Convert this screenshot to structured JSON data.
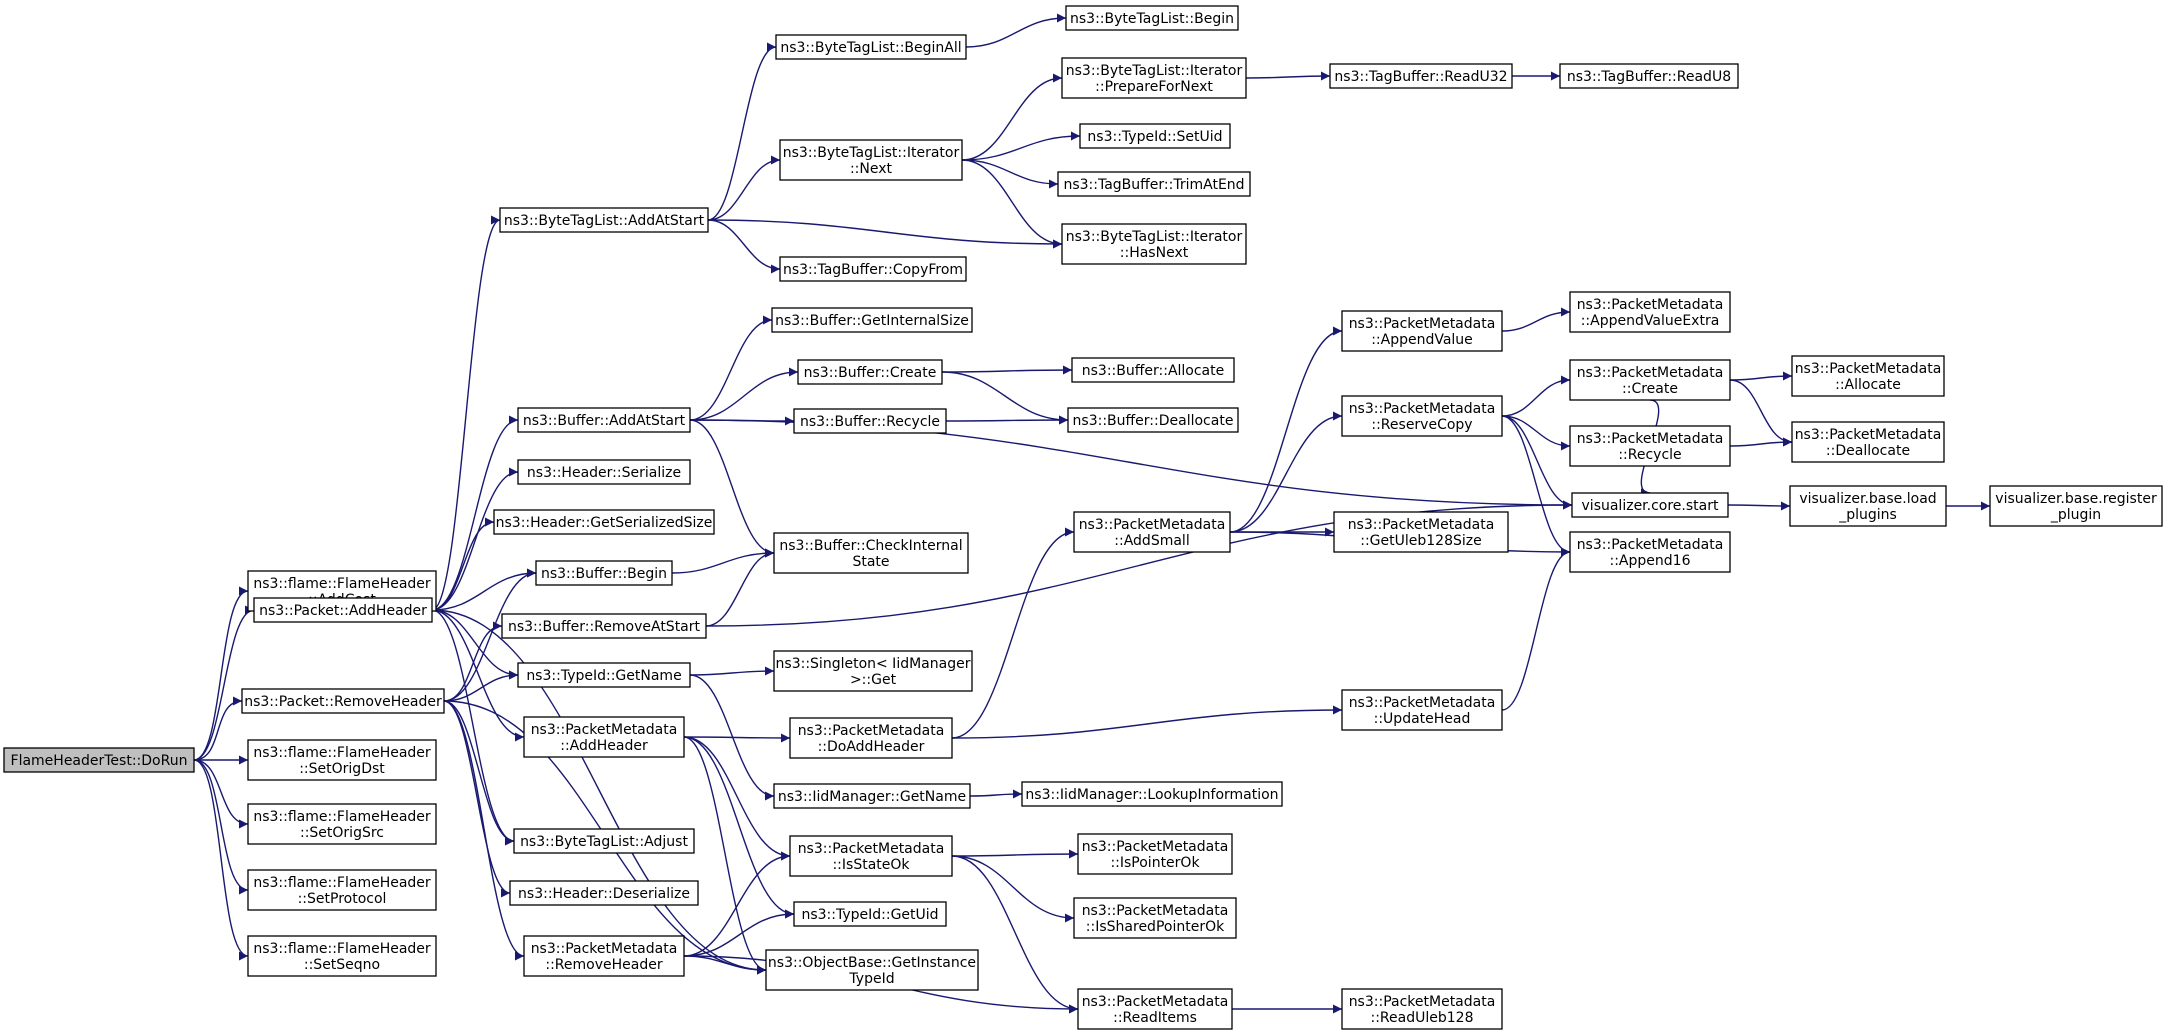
{
  "nodes": [
    {
      "id": "root",
      "lines": [
        "FlameHeaderTest::DoRun"
      ],
      "root": true
    },
    {
      "id": "n_addcost",
      "lines": [
        "ns3::flame::FlameHeader",
        "::AddCost"
      ]
    },
    {
      "id": "n_pkt_addheader",
      "lines": [
        "ns3::Packet::AddHeader"
      ]
    },
    {
      "id": "n_pkt_removeheader",
      "lines": [
        "ns3::Packet::RemoveHeader"
      ]
    },
    {
      "id": "n_setorigdst",
      "lines": [
        "ns3::flame::FlameHeader",
        "::SetOrigDst"
      ]
    },
    {
      "id": "n_setorigsrc",
      "lines": [
        "ns3::flame::FlameHeader",
        "::SetOrigSrc"
      ]
    },
    {
      "id": "n_setprotocol",
      "lines": [
        "ns3::flame::FlameHeader",
        "::SetProtocol"
      ]
    },
    {
      "id": "n_setseqno",
      "lines": [
        "ns3::flame::FlameHeader",
        "::SetSeqno"
      ]
    },
    {
      "id": "n_btl_addatstart",
      "lines": [
        "ns3::ByteTagList::AddAtStart"
      ]
    },
    {
      "id": "n_buf_addatstart",
      "lines": [
        "ns3::Buffer::AddAtStart"
      ]
    },
    {
      "id": "n_hdr_serialize",
      "lines": [
        "ns3::Header::Serialize"
      ]
    },
    {
      "id": "n_hdr_getserializedsize",
      "lines": [
        "ns3::Header::GetSerializedSize"
      ]
    },
    {
      "id": "n_buf_begin",
      "lines": [
        "ns3::Buffer::Begin"
      ]
    },
    {
      "id": "n_buf_removeatstart",
      "lines": [
        "ns3::Buffer::RemoveAtStart"
      ]
    },
    {
      "id": "n_typeid_getname",
      "lines": [
        "ns3::TypeId::GetName"
      ]
    },
    {
      "id": "n_pm_addheader",
      "lines": [
        "ns3::PacketMetadata",
        "::AddHeader"
      ]
    },
    {
      "id": "n_btl_adjust",
      "lines": [
        "ns3::ByteTagList::Adjust"
      ]
    },
    {
      "id": "n_hdr_deserialize",
      "lines": [
        "ns3::Header::Deserialize"
      ]
    },
    {
      "id": "n_pm_removeheader",
      "lines": [
        "ns3::PacketMetadata",
        "::RemoveHeader"
      ]
    },
    {
      "id": "n_btl_beginall",
      "lines": [
        "ns3::ByteTagList::BeginAll"
      ]
    },
    {
      "id": "n_btl_iter_next",
      "lines": [
        "ns3::ByteTagList::Iterator",
        "::Next"
      ]
    },
    {
      "id": "n_tb_copyfrom",
      "lines": [
        "ns3::TagBuffer::CopyFrom"
      ]
    },
    {
      "id": "n_buf_getinternalsize",
      "lines": [
        "ns3::Buffer::GetInternalSize"
      ]
    },
    {
      "id": "n_buf_create",
      "lines": [
        "ns3::Buffer::Create"
      ]
    },
    {
      "id": "n_buf_recycle",
      "lines": [
        "ns3::Buffer::Recycle"
      ]
    },
    {
      "id": "n_buf_checkinternalstate",
      "lines": [
        "ns3::Buffer::CheckInternal",
        "State"
      ]
    },
    {
      "id": "n_singleton_get",
      "lines": [
        "ns3::Singleton< IidManager",
        ">::Get"
      ]
    },
    {
      "id": "n_pm_doaddheader",
      "lines": [
        "ns3::PacketMetadata",
        "::DoAddHeader"
      ]
    },
    {
      "id": "n_iid_getname",
      "lines": [
        "ns3::IidManager::GetName"
      ]
    },
    {
      "id": "n_pm_isstateok",
      "lines": [
        "ns3::PacketMetadata",
        "::IsStateOk"
      ]
    },
    {
      "id": "n_typeid_getuid",
      "lines": [
        "ns3::TypeId::GetUid"
      ]
    },
    {
      "id": "n_ob_getinstancetypeid",
      "lines": [
        "ns3::ObjectBase::GetInstance",
        "TypeId"
      ]
    },
    {
      "id": "n_btl_begin",
      "lines": [
        "ns3::ByteTagList::Begin"
      ]
    },
    {
      "id": "n_btl_iter_preparefornext",
      "lines": [
        "ns3::ByteTagList::Iterator",
        "::PrepareForNext"
      ]
    },
    {
      "id": "n_typeid_setuid",
      "lines": [
        "ns3::TypeId::SetUid"
      ]
    },
    {
      "id": "n_tb_trimatend",
      "lines": [
        "ns3::TagBuffer::TrimAtEnd"
      ]
    },
    {
      "id": "n_btl_iter_hasnext",
      "lines": [
        "ns3::ByteTagList::Iterator",
        "::HasNext"
      ]
    },
    {
      "id": "n_buf_allocate",
      "lines": [
        "ns3::Buffer::Allocate"
      ]
    },
    {
      "id": "n_buf_deallocate",
      "lines": [
        "ns3::Buffer::Deallocate"
      ]
    },
    {
      "id": "n_pm_addsmall",
      "lines": [
        "ns3::PacketMetadata",
        "::AddSmall"
      ]
    },
    {
      "id": "n_iid_lookupinformation",
      "lines": [
        "ns3::IidManager::LookupInformation"
      ]
    },
    {
      "id": "n_pm_ispointerok",
      "lines": [
        "ns3::PacketMetadata",
        "::IsPointerOk"
      ]
    },
    {
      "id": "n_pm_issharedpointerok",
      "lines": [
        "ns3::PacketMetadata",
        "::IsSharedPointerOk"
      ]
    },
    {
      "id": "n_pm_readitems",
      "lines": [
        "ns3::PacketMetadata",
        "::ReadItems"
      ]
    },
    {
      "id": "n_tb_readu32",
      "lines": [
        "ns3::TagBuffer::ReadU32"
      ]
    },
    {
      "id": "n_pm_appendvalue",
      "lines": [
        "ns3::PacketMetadata",
        "::AppendValue"
      ]
    },
    {
      "id": "n_pm_reservecopy",
      "lines": [
        "ns3::PacketMetadata",
        "::ReserveCopy"
      ]
    },
    {
      "id": "n_pm_getuleb128size",
      "lines": [
        "ns3::PacketMetadata",
        "::GetUleb128Size"
      ]
    },
    {
      "id": "n_pm_updatehead",
      "lines": [
        "ns3::PacketMetadata",
        "::UpdateHead"
      ]
    },
    {
      "id": "n_pm_readuleb128",
      "lines": [
        "ns3::PacketMetadata",
        "::ReadUleb128"
      ]
    },
    {
      "id": "n_tb_readu8",
      "lines": [
        "ns3::TagBuffer::ReadU8"
      ]
    },
    {
      "id": "n_pm_appendvalueextra",
      "lines": [
        "ns3::PacketMetadata",
        "::AppendValueExtra"
      ]
    },
    {
      "id": "n_pm_create",
      "lines": [
        "ns3::PacketMetadata",
        "::Create"
      ]
    },
    {
      "id": "n_pm_recycle",
      "lines": [
        "ns3::PacketMetadata",
        "::Recycle"
      ]
    },
    {
      "id": "n_vis_core_start",
      "lines": [
        "visualizer.core.start"
      ]
    },
    {
      "id": "n_pm_append16",
      "lines": [
        "ns3::PacketMetadata",
        "::Append16"
      ]
    },
    {
      "id": "n_pm_allocate",
      "lines": [
        "ns3::PacketMetadata",
        "::Allocate"
      ]
    },
    {
      "id": "n_pm_deallocate",
      "lines": [
        "ns3::PacketMetadata",
        "::Deallocate"
      ]
    },
    {
      "id": "n_vis_base_loadplugins",
      "lines": [
        "visualizer.base.load",
        "_plugins"
      ]
    },
    {
      "id": "n_vis_base_registerplugin",
      "lines": [
        "visualizer.base.register",
        "_plugin"
      ]
    }
  ],
  "edges": [
    [
      "root",
      "n_addcost"
    ],
    [
      "root",
      "n_pkt_addheader"
    ],
    [
      "root",
      "n_pkt_removeheader"
    ],
    [
      "root",
      "n_setorigdst"
    ],
    [
      "root",
      "n_setorigsrc"
    ],
    [
      "root",
      "n_setprotocol"
    ],
    [
      "root",
      "n_setseqno"
    ],
    [
      "n_pkt_addheader",
      "n_btl_addatstart"
    ],
    [
      "n_pkt_addheader",
      "n_buf_addatstart"
    ],
    [
      "n_pkt_addheader",
      "n_hdr_serialize"
    ],
    [
      "n_pkt_addheader",
      "n_hdr_getserializedsize"
    ],
    [
      "n_pkt_addheader",
      "n_buf_begin"
    ],
    [
      "n_pkt_addheader",
      "n_typeid_getname"
    ],
    [
      "n_pkt_addheader",
      "n_pm_addheader"
    ],
    [
      "n_pkt_addheader",
      "n_btl_adjust"
    ],
    [
      "n_pkt_addheader",
      "n_ob_getinstancetypeid"
    ],
    [
      "n_pkt_removeheader",
      "n_buf_begin"
    ],
    [
      "n_pkt_removeheader",
      "n_buf_removeatstart"
    ],
    [
      "n_pkt_removeheader",
      "n_typeid_getname"
    ],
    [
      "n_pkt_removeheader",
      "n_btl_adjust"
    ],
    [
      "n_pkt_removeheader",
      "n_hdr_deserialize"
    ],
    [
      "n_pkt_removeheader",
      "n_pm_removeheader"
    ],
    [
      "n_pkt_removeheader",
      "n_ob_getinstancetypeid"
    ],
    [
      "n_btl_addatstart",
      "n_btl_beginall"
    ],
    [
      "n_btl_addatstart",
      "n_btl_iter_next"
    ],
    [
      "n_btl_addatstart",
      "n_tb_copyfrom"
    ],
    [
      "n_btl_addatstart",
      "n_btl_iter_hasnext"
    ],
    [
      "n_btl_beginall",
      "n_btl_begin"
    ],
    [
      "n_btl_iter_next",
      "n_btl_iter_preparefornext"
    ],
    [
      "n_btl_iter_next",
      "n_typeid_setuid"
    ],
    [
      "n_btl_iter_next",
      "n_tb_trimatend"
    ],
    [
      "n_btl_iter_next",
      "n_btl_iter_hasnext"
    ],
    [
      "n_btl_iter_preparefornext",
      "n_tb_readu32"
    ],
    [
      "n_tb_readu32",
      "n_tb_readu8"
    ],
    [
      "n_buf_addatstart",
      "n_buf_getinternalsize"
    ],
    [
      "n_buf_addatstart",
      "n_buf_create"
    ],
    [
      "n_buf_addatstart",
      "n_buf_recycle"
    ],
    [
      "n_buf_addatstart",
      "n_buf_checkinternalstate"
    ],
    [
      "n_buf_addatstart",
      "n_vis_core_start"
    ],
    [
      "n_buf_create",
      "n_buf_allocate"
    ],
    [
      "n_buf_create",
      "n_buf_deallocate"
    ],
    [
      "n_buf_recycle",
      "n_buf_deallocate"
    ],
    [
      "n_buf_begin",
      "n_buf_checkinternalstate"
    ],
    [
      "n_buf_removeatstart",
      "n_buf_checkinternalstate"
    ],
    [
      "n_buf_removeatstart",
      "n_vis_core_start"
    ],
    [
      "n_typeid_getname",
      "n_singleton_get"
    ],
    [
      "n_typeid_getname",
      "n_iid_getname"
    ],
    [
      "n_iid_getname",
      "n_iid_lookupinformation"
    ],
    [
      "n_pm_addheader",
      "n_pm_doaddheader"
    ],
    [
      "n_pm_addheader",
      "n_pm_isstateok"
    ],
    [
      "n_pm_addheader",
      "n_typeid_getuid"
    ],
    [
      "n_pm_addheader",
      "n_ob_getinstancetypeid"
    ],
    [
      "n_pm_removeheader",
      "n_pm_isstateok"
    ],
    [
      "n_pm_removeheader",
      "n_typeid_getuid"
    ],
    [
      "n_pm_removeheader",
      "n_ob_getinstancetypeid"
    ],
    [
      "n_pm_removeheader",
      "n_pm_readitems"
    ],
    [
      "n_pm_doaddheader",
      "n_pm_addsmall"
    ],
    [
      "n_pm_doaddheader",
      "n_pm_updatehead"
    ],
    [
      "n_pm_isstateok",
      "n_pm_ispointerok"
    ],
    [
      "n_pm_isstateok",
      "n_pm_issharedpointerok"
    ],
    [
      "n_pm_isstateok",
      "n_pm_readitems"
    ],
    [
      "n_pm_readitems",
      "n_pm_readuleb128"
    ],
    [
      "n_pm_addsmall",
      "n_pm_appendvalue"
    ],
    [
      "n_pm_addsmall",
      "n_pm_reservecopy"
    ],
    [
      "n_pm_addsmall",
      "n_pm_getuleb128size"
    ],
    [
      "n_pm_addsmall",
      "n_pm_append16"
    ],
    [
      "n_pm_appendvalue",
      "n_pm_appendvalueextra"
    ],
    [
      "n_pm_reservecopy",
      "n_pm_create"
    ],
    [
      "n_pm_reservecopy",
      "n_pm_recycle"
    ],
    [
      "n_pm_reservecopy",
      "n_vis_core_start"
    ],
    [
      "n_pm_reservecopy",
      "n_pm_append16"
    ],
    [
      "n_pm_create",
      "n_pm_allocate"
    ],
    [
      "n_pm_create",
      "n_pm_deallocate"
    ],
    [
      "n_pm_recycle",
      "n_pm_deallocate"
    ],
    [
      "n_pm_create",
      "n_vis_core_start"
    ],
    [
      "n_pm_updatehead",
      "n_pm_append16"
    ],
    [
      "n_vis_core_start",
      "n_vis_base_loadplugins"
    ],
    [
      "n_vis_base_loadplugins",
      "n_vis_base_registerplugin"
    ]
  ]
}
